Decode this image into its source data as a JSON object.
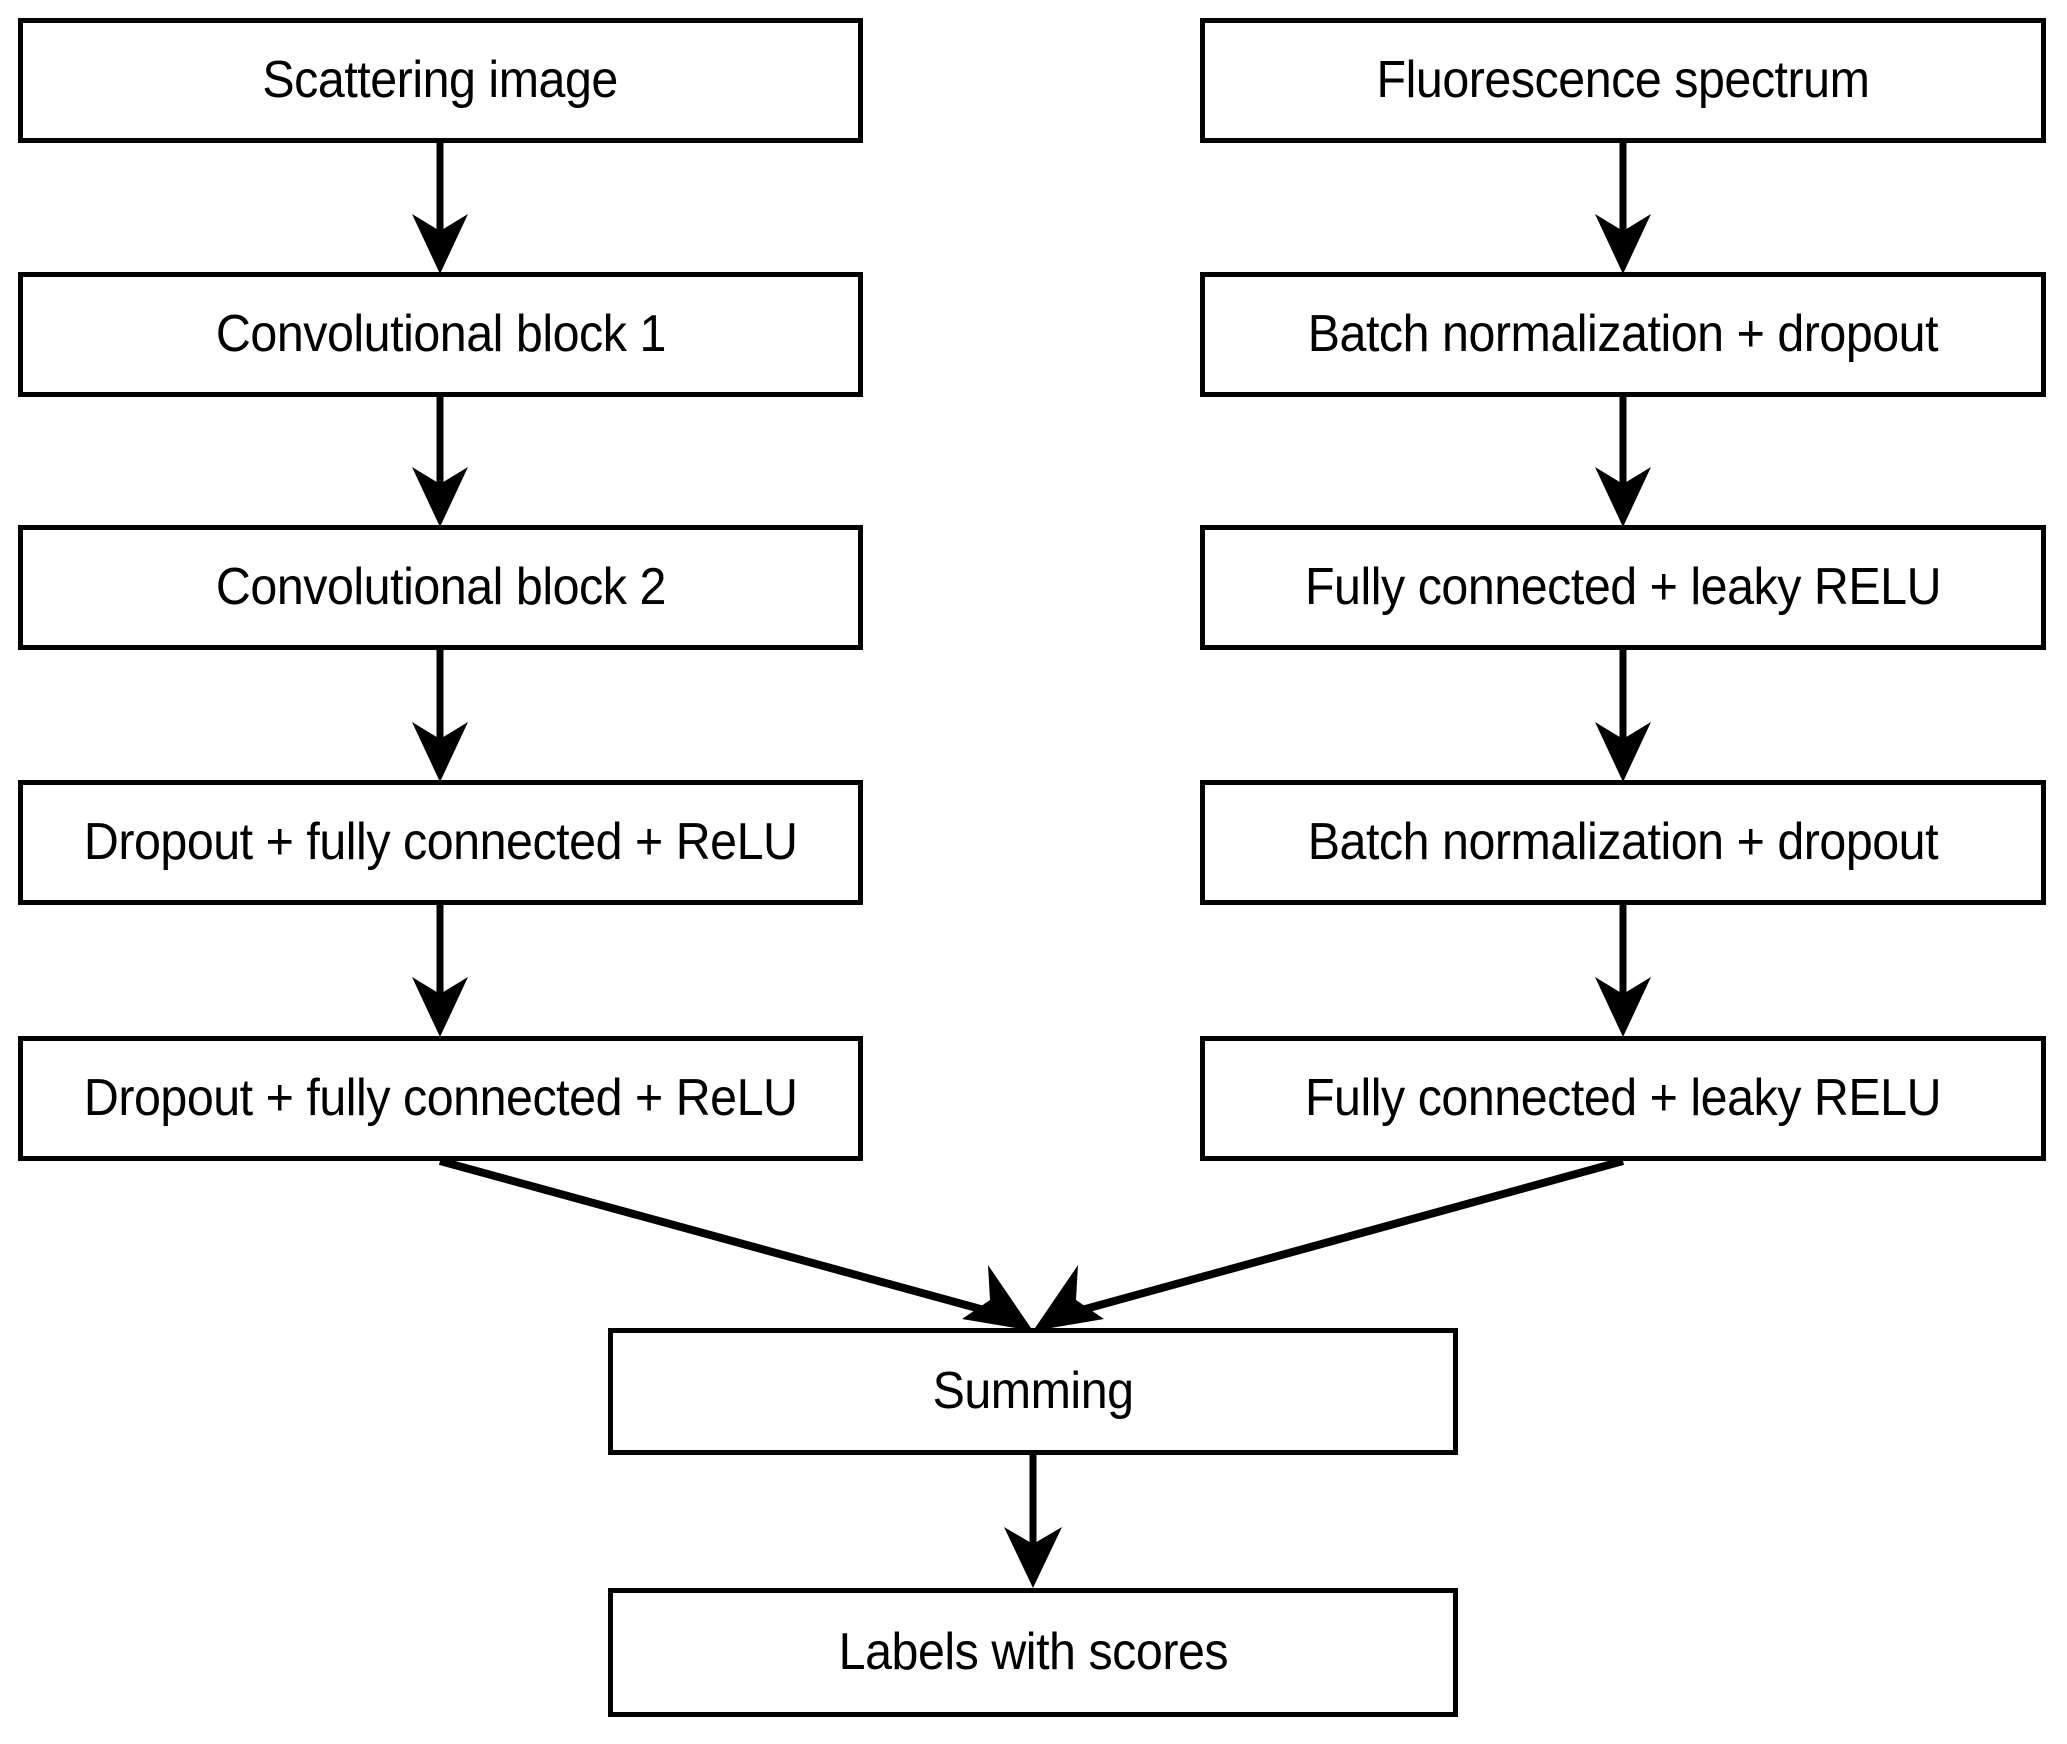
{
  "diagram": {
    "title": "Dual-branch neural network architecture flowchart",
    "type": "flowchart",
    "background_color": "#ffffff",
    "stroke_color": "#000000",
    "text_color": "#000000",
    "branches": {
      "left": {
        "name": "scattering-image-branch",
        "nodes": [
          {
            "id": "left-1",
            "label": "Scattering image"
          },
          {
            "id": "left-2",
            "label": "Convolutional block 1"
          },
          {
            "id": "left-3",
            "label": "Convolutional block 2"
          },
          {
            "id": "left-4",
            "label": "Dropout + fully connected + ReLU"
          },
          {
            "id": "left-5",
            "label": "Dropout + fully connected + ReLU"
          }
        ]
      },
      "right": {
        "name": "fluorescence-spectrum-branch",
        "nodes": [
          {
            "id": "right-1",
            "label": "Fluorescence spectrum"
          },
          {
            "id": "right-2",
            "label": "Batch normalization + dropout"
          },
          {
            "id": "right-3",
            "label": "Fully connected + leaky RELU"
          },
          {
            "id": "right-4",
            "label": "Batch  normalization + dropout"
          },
          {
            "id": "right-5",
            "label": "Fully connected + leaky RELU"
          }
        ]
      }
    },
    "merge": {
      "nodes": [
        {
          "id": "merge-summing",
          "label": "Summing"
        },
        {
          "id": "merge-output",
          "label": "Labels with scores"
        }
      ]
    },
    "edges": [
      {
        "from": "left-1",
        "to": "left-2",
        "kind": "vertical-arrow"
      },
      {
        "from": "left-2",
        "to": "left-3",
        "kind": "vertical-arrow"
      },
      {
        "from": "left-3",
        "to": "left-4",
        "kind": "vertical-arrow"
      },
      {
        "from": "left-4",
        "to": "left-5",
        "kind": "vertical-arrow"
      },
      {
        "from": "right-1",
        "to": "right-2",
        "kind": "vertical-arrow"
      },
      {
        "from": "right-2",
        "to": "right-3",
        "kind": "vertical-arrow"
      },
      {
        "from": "right-3",
        "to": "right-4",
        "kind": "vertical-arrow"
      },
      {
        "from": "right-4",
        "to": "right-5",
        "kind": "vertical-arrow"
      },
      {
        "from": "left-5",
        "to": "merge-summing",
        "kind": "diagonal-arrow"
      },
      {
        "from": "right-5",
        "to": "merge-summing",
        "kind": "diagonal-arrow"
      },
      {
        "from": "merge-summing",
        "to": "merge-output",
        "kind": "vertical-arrow"
      }
    ]
  }
}
